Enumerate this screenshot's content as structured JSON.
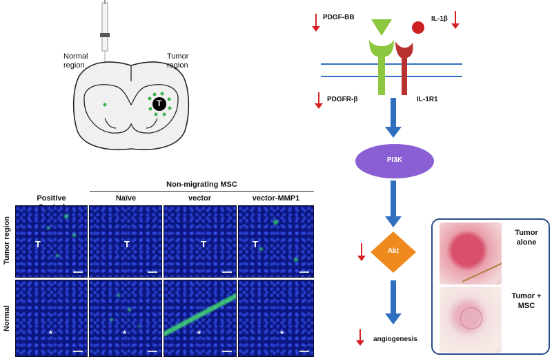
{
  "brain": {
    "normal_label": "Normal\nregion",
    "tumor_label": "Tumor\nregion",
    "tumor_marker": "T"
  },
  "micrographs": {
    "group_header": "Non-migrating MSC",
    "columns": [
      "Positive\nControl",
      "Naïve",
      "vector",
      "vector-MMP1"
    ],
    "rows": [
      "Tumor region",
      "Normal"
    ],
    "tumor_marker": "T",
    "normal_marker": "*"
  },
  "pathway": {
    "ligands": [
      {
        "name": "PDGF-BB",
        "trend": "down",
        "color": "#8dc63f"
      },
      {
        "name": "IL-1β",
        "trend": "down",
        "color": "#cc1f1f"
      }
    ],
    "receptors": [
      {
        "name": "PDGFR-β",
        "trend": "down",
        "color": "#8dc63f"
      },
      {
        "name": "IL-1R1",
        "trend": "none",
        "color": "#b83232"
      }
    ],
    "nodes": [
      {
        "name": "PI3K",
        "shape": "ellipse",
        "color": "#8a5fd4"
      },
      {
        "name": "Akt",
        "shape": "diamond",
        "color": "#f08a1c",
        "trend": "down"
      }
    ],
    "outcome": {
      "name": "angiogenesis",
      "trend": "down"
    },
    "arrow_color": "#2f6fc0",
    "down_arrow_color": "#d42020"
  },
  "photos": {
    "panels": [
      {
        "label": "Tumor\nalone"
      },
      {
        "label": "Tumor +\nMSC"
      }
    ],
    "frame_color": "#2a4a8a"
  }
}
